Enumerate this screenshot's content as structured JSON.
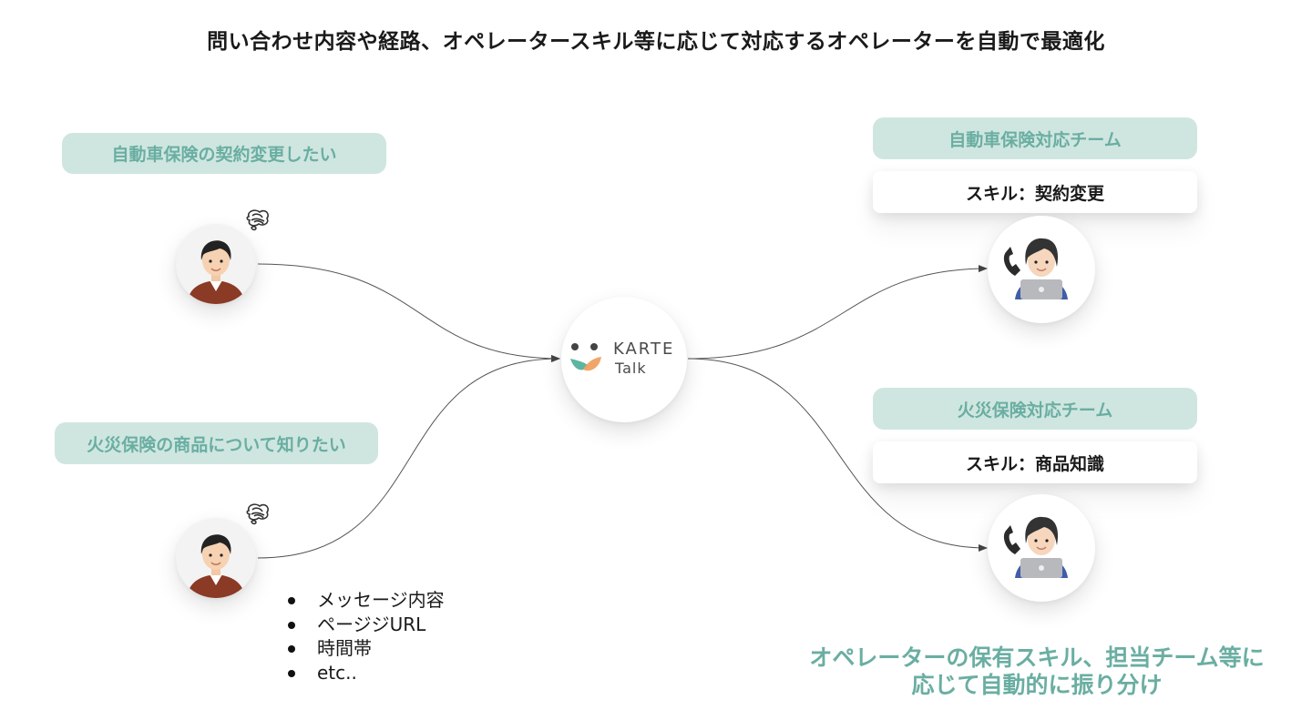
{
  "title": "問い合わせ内容や経路、オペレータースキル等に応じて対応するオペレーターを自動で最適化",
  "customers": [
    {
      "inquiry": "自動車保険の契約変更したい"
    },
    {
      "inquiry": "火災保険の商品について知りたい"
    }
  ],
  "hub": {
    "brand": "KARTE",
    "product": "Talk"
  },
  "teams": [
    {
      "name": "自動車保険対応チーム",
      "skill": "スキル：契約変更"
    },
    {
      "name": "火災保険対応チーム",
      "skill": "スキル：商品知識"
    }
  ],
  "routing_factors": [
    "メッセージ内容",
    "ページジURL",
    "時間帯",
    "etc.."
  ],
  "footer": {
    "line1": "オペレーターの保有スキル、担当チーム等に",
    "line2": "応じて自動的に振り分け"
  },
  "colors": {
    "accent": "#6aaea2",
    "pill_bg": "#cfe6e0",
    "logo_green": "#5bb5a2",
    "logo_orange": "#f0a060"
  },
  "icons": [
    "thought-scribble-icon",
    "customer-avatar-icon",
    "operator-avatar-icon",
    "phone-icon",
    "laptop-icon"
  ]
}
